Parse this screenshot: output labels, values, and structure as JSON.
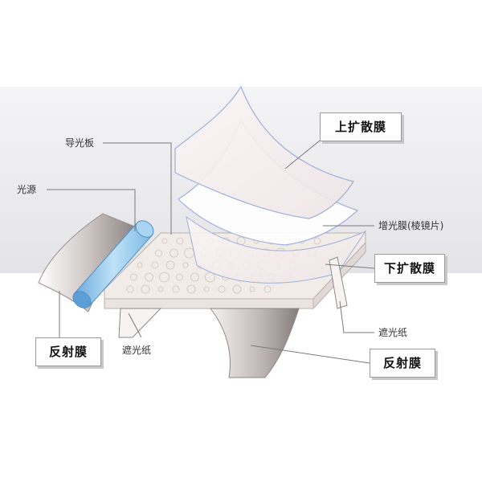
{
  "diagram": {
    "labels": {
      "light_guide": "导光板",
      "light_source": "光源",
      "upper_diffuser": "上扩散膜",
      "prism_film": "增光膜(棱镜片)",
      "lower_diffuser": "下扩散膜",
      "shading_paper_right": "遮光纸",
      "shading_paper_left": "遮光纸",
      "reflector_left": "反射膜",
      "reflector_right": "反射膜"
    },
    "colors": {
      "background_band": "#e9e9eb",
      "light_tube": "#8ec8ee",
      "film_edge": "#9fb0d8",
      "reflector": "#b9b2b0",
      "leader_line": "#7a7a7a"
    }
  }
}
